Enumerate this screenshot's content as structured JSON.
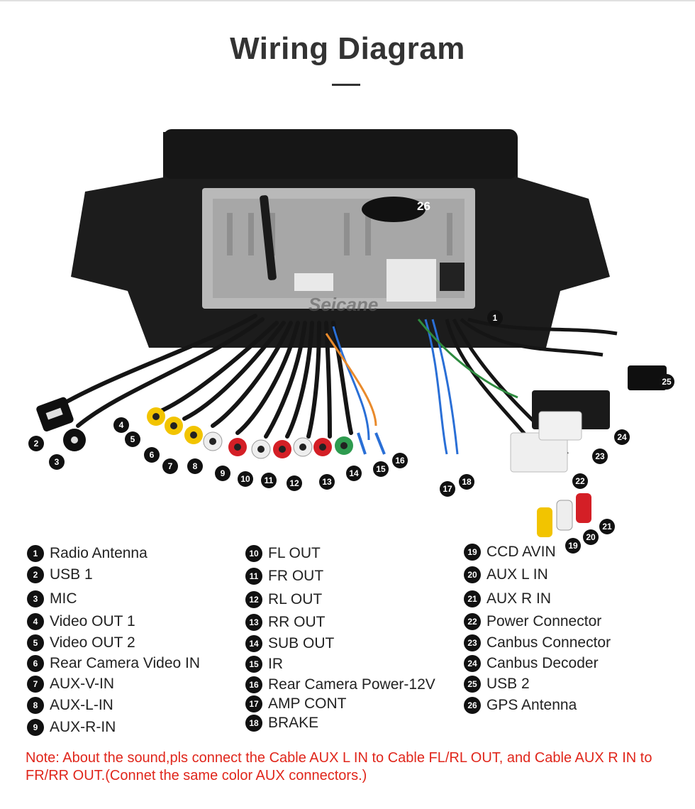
{
  "title": "Wiring Diagram",
  "photo_overlay_labels": [
    "26",
    "Seicane"
  ],
  "callouts": [
    "1",
    "2",
    "3",
    "4",
    "5",
    "6",
    "7",
    "8",
    "9",
    "10",
    "11",
    "12",
    "13",
    "14",
    "15",
    "16",
    "17",
    "18",
    "19",
    "20",
    "21",
    "22",
    "23",
    "24",
    "25"
  ],
  "legend": [
    [
      {
        "num": "1",
        "label": "Radio Antenna"
      },
      {
        "num": "2",
        "label": "USB 1"
      },
      {
        "num": "3",
        "label": "MIC"
      },
      {
        "num": "4",
        "label": "Video OUT 1"
      },
      {
        "num": "5",
        "label": "Video OUT 2"
      },
      {
        "num": "6",
        "label": "Rear Camera Video IN"
      },
      {
        "num": "7",
        "label": "AUX-V-IN"
      },
      {
        "num": "8",
        "label": "AUX-L-IN"
      },
      {
        "num": "9",
        "label": "AUX-R-IN"
      }
    ],
    [
      {
        "num": "10",
        "label": "FL OUT"
      },
      {
        "num": "11",
        "label": "FR OUT"
      },
      {
        "num": "12",
        "label": "RL OUT"
      },
      {
        "num": "13",
        "label": "RR OUT"
      },
      {
        "num": "14",
        "label": "SUB OUT"
      },
      {
        "num": "15",
        "label": "IR"
      },
      {
        "num": "16",
        "label": "Rear Camera Power-12V"
      },
      {
        "num": "17",
        "label": "AMP CONT"
      },
      {
        "num": "18",
        "label": "BRAKE"
      }
    ],
    [
      {
        "num": "19",
        "label": "CCD AVIN"
      },
      {
        "num": "20",
        "label": "AUX L IN"
      },
      {
        "num": "21",
        "label": "AUX R IN"
      },
      {
        "num": "22",
        "label": "Power Connector"
      },
      {
        "num": "23",
        "label": "Canbus Connector"
      },
      {
        "num": "24",
        "label": "Canbus Decoder"
      },
      {
        "num": "25",
        "label": "USB 2"
      },
      {
        "num": "26",
        "label": "GPS Antenna"
      }
    ]
  ],
  "note": "Note: About the sound,pls connect the Cable AUX L IN to Cable FL/RL OUT, and Cable AUX R IN to  FR/RR OUT.(Connet the same color AUX connectors.)",
  "colors": {
    "title": "#333333",
    "note": "#e0261b",
    "rca_yellow": "#f2c400",
    "rca_red": "#d41f26",
    "rca_white": "#eeeeee",
    "rca_green": "#2e9b4f"
  }
}
